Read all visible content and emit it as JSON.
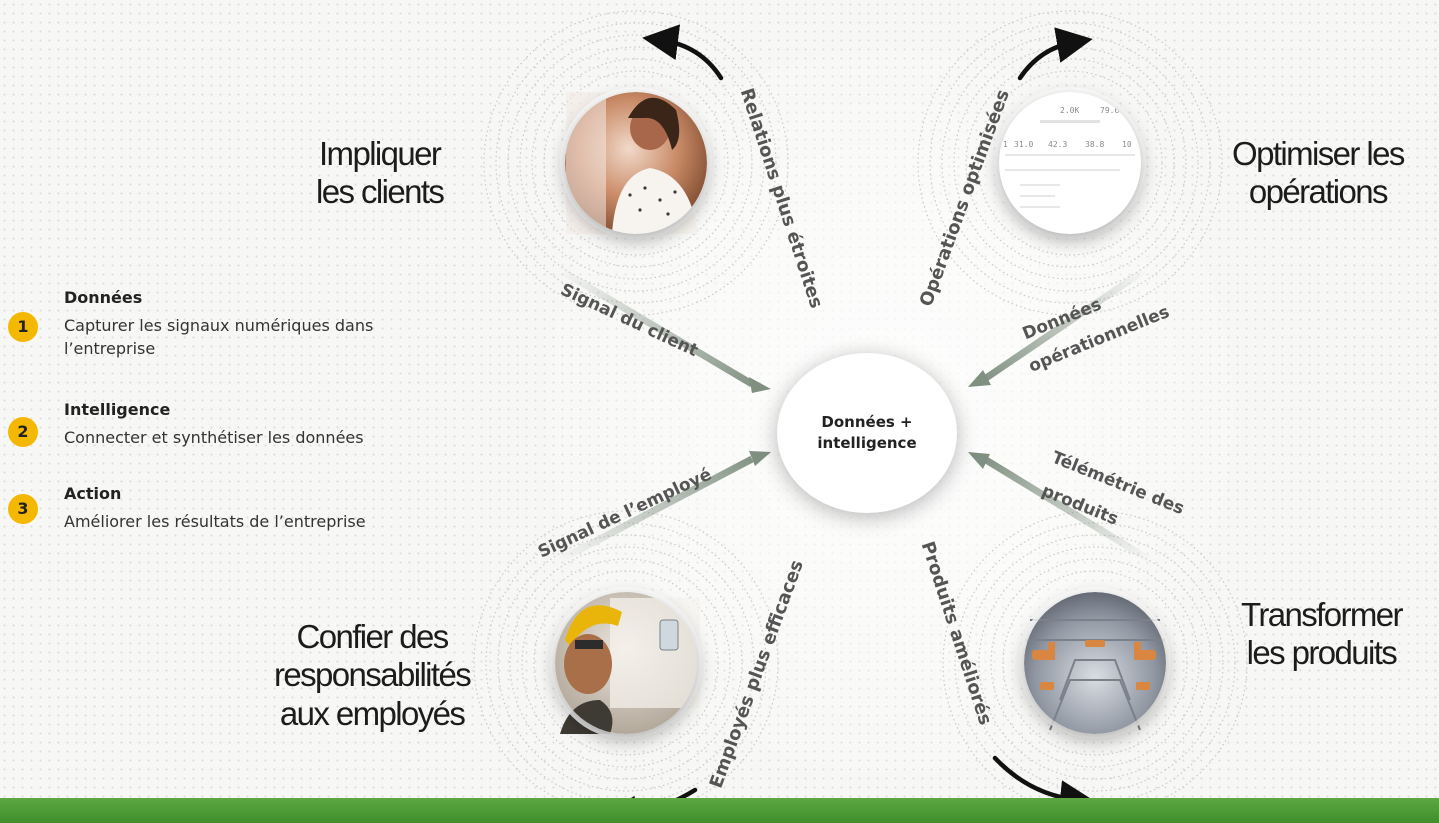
{
  "center": {
    "line1": "Données +",
    "line2": "intelligence"
  },
  "steps": [
    {
      "number": "1",
      "title": "Données",
      "description": "Capturer les signaux numériques dans l’entreprise"
    },
    {
      "number": "2",
      "title": "Intelligence",
      "description": "Connecter et synthétiser les données"
    },
    {
      "number": "3",
      "title": "Action",
      "description": "Améliorer les résultats de l’entreprise"
    }
  ],
  "quadrants": {
    "top_left": {
      "line1": "Impliquer",
      "line2": "les clients"
    },
    "top_right": {
      "line1": "Optimiser les",
      "line2": "opérations"
    },
    "bottom_left": {
      "line1": "Confier des",
      "line2": "responsabilités",
      "line3": "aux employés"
    },
    "bottom_right": {
      "line1": "Transformer",
      "line2": "les produits"
    }
  },
  "signals": {
    "client": "Signal du client",
    "operations_line1": "Données",
    "operations_line2": "opérationnelles",
    "employee": "Signal de l’employé",
    "products_line1": "Télémétrie des",
    "products_line2": "produits"
  },
  "outcomes": {
    "relations": "Relations plus étroites",
    "operations": "Opérations optimisées",
    "employees": "Employés plus efficaces",
    "products": "Produits améliorés"
  },
  "dashboard_values": {
    "top1": "2.0K",
    "top2": "79.6",
    "row1": "31.0",
    "row2": "42.3",
    "row3": "38.8",
    "row4": "10",
    "lead": "1"
  },
  "colors": {
    "accent_green": "#5da841",
    "badge_yellow": "#f5b800",
    "arrow_gray": "#7f8f80"
  }
}
